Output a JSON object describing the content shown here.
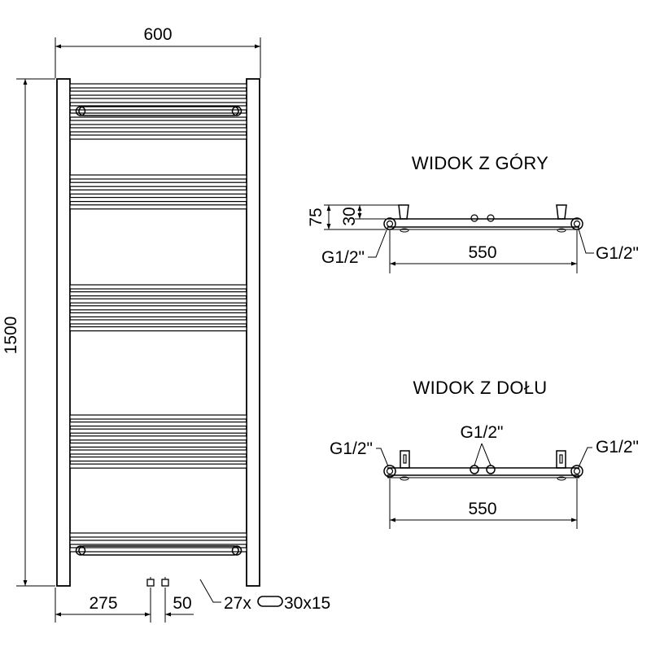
{
  "front_view": {
    "width_label": "600",
    "height_label": "1500",
    "left_offset_label": "275",
    "pipe_spacing_label": "50",
    "tube_spec": {
      "count_label": "27x",
      "profile_icon": "oval-tube-profile-icon",
      "size_label": "30x15"
    }
  },
  "top_view": {
    "title": "WIDOK Z GÓRY",
    "depth_label": "75",
    "offset_label": "30",
    "left_connection_label": "G1/2\"",
    "right_connection_label": "G1/2\"",
    "spacing_label": "550"
  },
  "bottom_view": {
    "title": "WIDOK Z DOŁU",
    "left_connection_label": "G1/2\"",
    "center_connection_label": "G1/2\"",
    "right_connection_label": "G1/2\"",
    "spacing_label": "550"
  }
}
